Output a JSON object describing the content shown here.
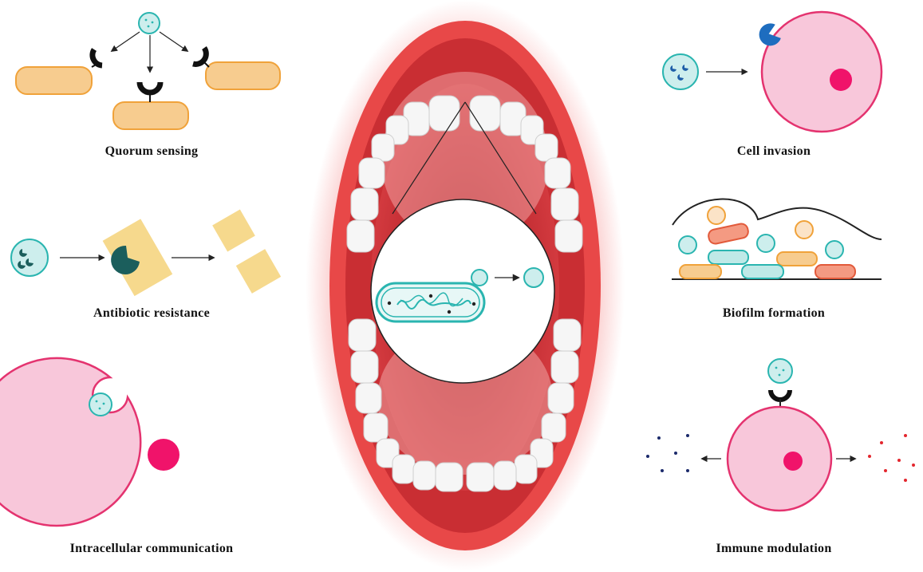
{
  "panels": {
    "quorum_sensing": {
      "label": "Quorum sensing"
    },
    "antibiotic_resistance": {
      "label": "Antibiotic resistance"
    },
    "intracellular_communication": {
      "label": "Intracellular communication"
    },
    "cell_invasion": {
      "label": "Cell invasion"
    },
    "biofilm_formation": {
      "label": "Biofilm formation"
    },
    "immune_modulation": {
      "label": "Immune modulation"
    }
  },
  "colors": {
    "vesicle_fill": "#cdeeed",
    "vesicle_stroke": "#2ab5b0",
    "bacterium_fill": "#f7cc8f",
    "bacterium_stroke": "#f0a23a",
    "host_cell_fill": "#f8c7da",
    "host_cell_stroke": "#e4336f",
    "nucleus": "#f0136a",
    "antibiotic": "#f6d98d",
    "receptor": "#111111",
    "mouth_red": "#e52b33",
    "tooth": "#f4f4f4"
  },
  "icons": {
    "center": "oral-cavity-with-bacterium-releasing-vesicle",
    "receptor": "receptor-cup-icon",
    "enzyme": "pacman-enzyme-icon"
  }
}
